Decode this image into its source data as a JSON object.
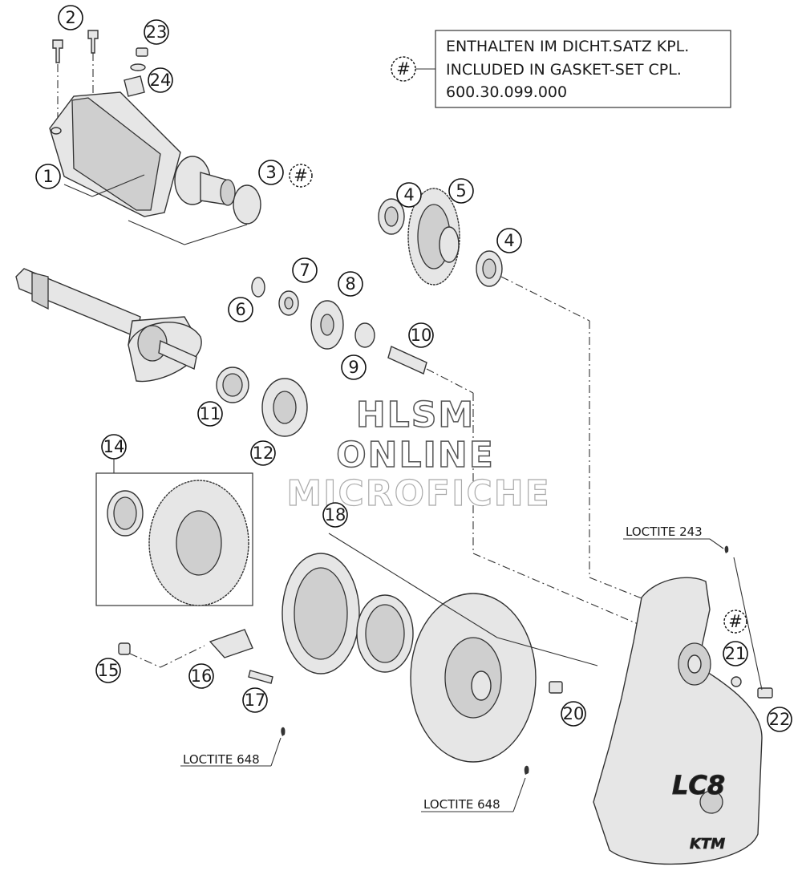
{
  "note_box": {
    "symbol": "#",
    "line1": "ENTHALTEN IM DICHT.SATZ KPL.",
    "line2": "INCLUDED IN GASKET-SET CPL.",
    "line3": "600.30.099.000"
  },
  "callouts": {
    "c1": "1",
    "c2": "2",
    "c3": "3",
    "c4a": "4",
    "c4b": "4",
    "c5": "5",
    "c6": "6",
    "c7": "7",
    "c8": "8",
    "c9": "9",
    "c10": "10",
    "c11": "11",
    "c12": "12",
    "c14": "14",
    "c15": "15",
    "c16": "16",
    "c17": "17",
    "c18": "18",
    "c20": "20",
    "c21": "21",
    "c22": "22",
    "c23": "23",
    "c24": "24",
    "hash3": "#",
    "hash21": "#"
  },
  "loctite": {
    "top_right": "LOCTITE 243",
    "left": "LOCTITE 648",
    "bottom": "LOCTITE 648"
  },
  "watermark": {
    "line1": "HLSM",
    "line2": "ONLINE",
    "line3": "MICROFICHE"
  },
  "cover_logo": {
    "model": "LC8",
    "brand": "KTM"
  }
}
